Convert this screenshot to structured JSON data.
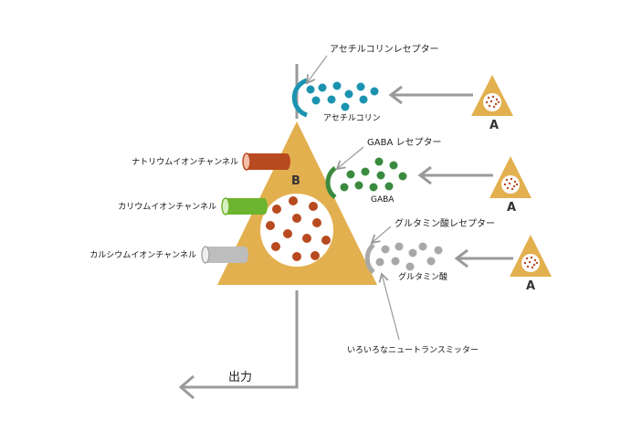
{
  "diagram": {
    "neuron_b_label": "B",
    "neuron_a_label": "A",
    "output_label": "出力",
    "receptors": {
      "acetylcholine": "アセチルコリンレセプター",
      "gaba": "GABA レセプター",
      "glutamate": "グルタミン酸レセプター"
    },
    "transmitters": {
      "acetylcholine": "アセチルコリン",
      "gaba": "GABA",
      "glutamate": "グルタミン酸"
    },
    "channels": {
      "sodium": "ナトリウムイオンチャンネル",
      "potassium": "カリウムイオンチャンネル",
      "calcium": "カルシウムイオンチャンネル"
    },
    "misc_label": "いろいろなニュートランスミッター"
  },
  "colors": {
    "neuron": "#e3b04f",
    "acetylcholine": "#1b93b0",
    "gaba": "#3a8a3f",
    "glutamate": "#a8a8a8",
    "sodium_channel": "#b84a1f",
    "potassium_channel": "#6cb52e",
    "calcium_channel": "#bdbdbd",
    "nucleus_dots": "#b84a1f",
    "arrow": "#9a9a9a"
  }
}
